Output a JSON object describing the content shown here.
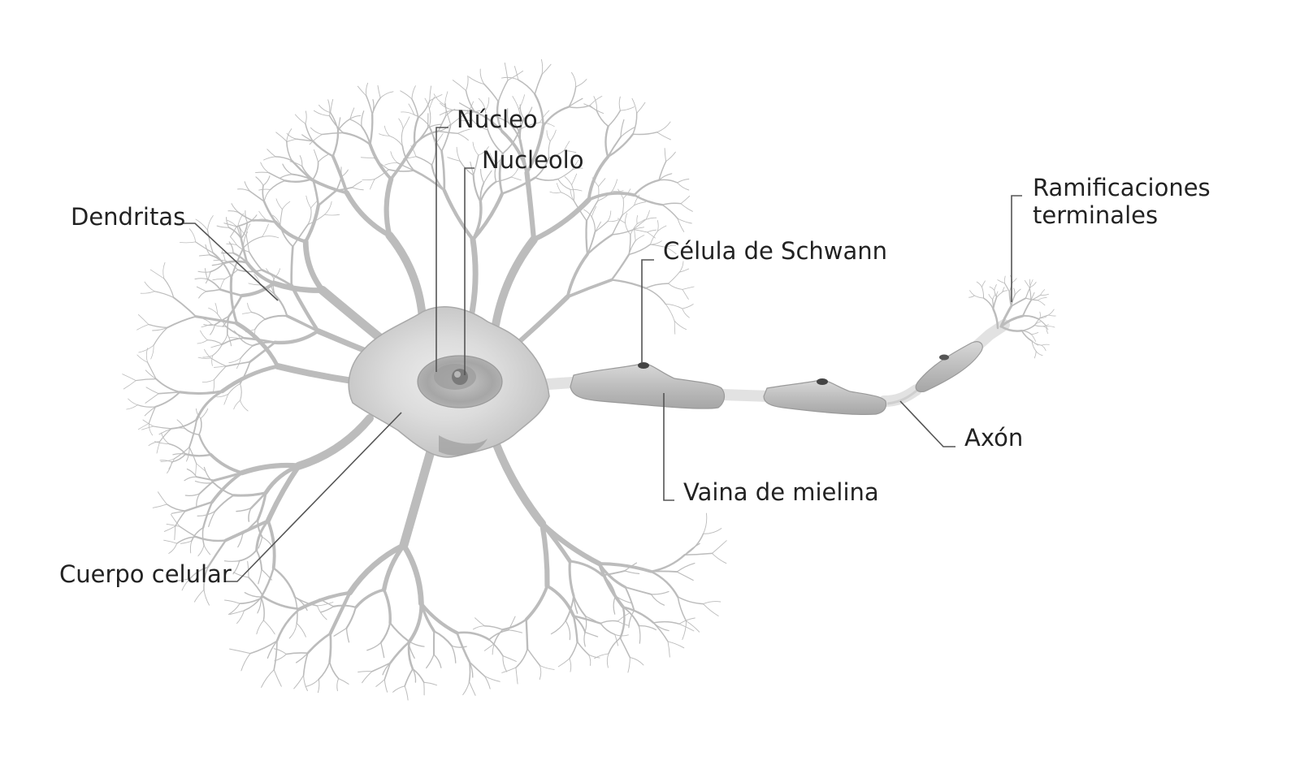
{
  "labels": {
    "nucleo": "Núcleo",
    "nucleolo": "Nucleolo",
    "dendritas": "Dendritas",
    "celula_schwann": "Célula de Schwann",
    "ramificaciones_line1": "Ramificaciones",
    "ramificaciones_line2": "terminales",
    "axon": "Axón",
    "vaina_mielina": "Vaina de mielina",
    "cuerpo_celular": "Cuerpo celular"
  },
  "colors": {
    "background": "#ffffff",
    "label_text": "#222222",
    "leader_line": "#555555",
    "soma_fill": "#d0d0d0",
    "myelin_fill": "#b4b4b4",
    "dendrite_stroke": "#bcbcbc"
  }
}
